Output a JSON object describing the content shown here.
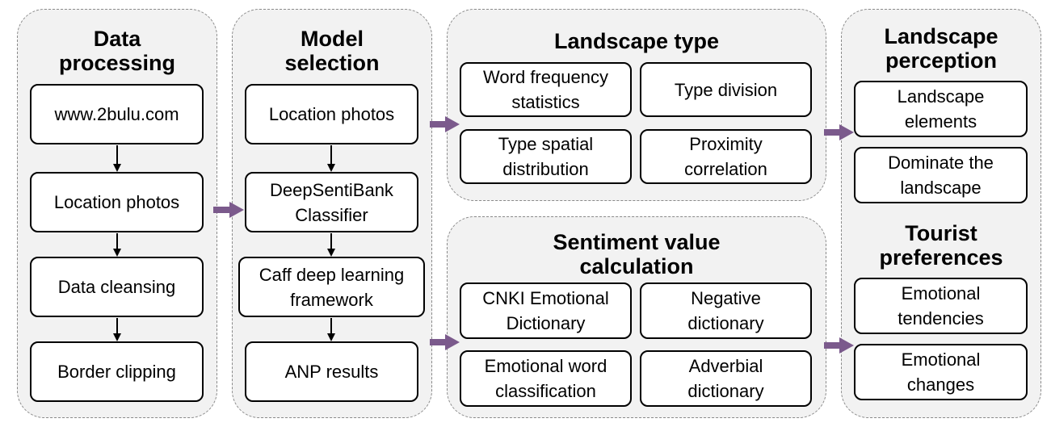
{
  "data_processing": {
    "title": "Data processing",
    "steps": [
      "www.2bulu.com",
      "Location photos",
      "Data cleansing",
      "Border clipping"
    ]
  },
  "model_selection": {
    "title": "Model selection",
    "steps": [
      "Location photos",
      "DeepSentiBank Classifier",
      "Caff deep learning framework",
      "ANP results"
    ]
  },
  "landscape_type": {
    "title": "Landscape type",
    "items": [
      "Word frequency statistics",
      "Type division",
      "Type spatial distribution",
      "Proximity correlation"
    ]
  },
  "sentiment": {
    "title": "Sentiment value calculation",
    "items": [
      "CNKI Emotional Dictionary",
      "Negative dictionary",
      "Emotional word classification",
      "Adverbial dictionary"
    ]
  },
  "landscape_perception": {
    "title": "Landscape perception",
    "items": [
      "Landscape elements",
      "Dominate the landscape"
    ]
  },
  "tourist_preferences": {
    "title": "Tourist preferences",
    "items": [
      "Emotional tendencies",
      "Emotional changes"
    ]
  },
  "colors": {
    "panel_fill": "#f2f2f2",
    "panel_border": "#8a8a8a",
    "flow_arrow": "#7b5a8c",
    "step_arrow": "#000000"
  }
}
